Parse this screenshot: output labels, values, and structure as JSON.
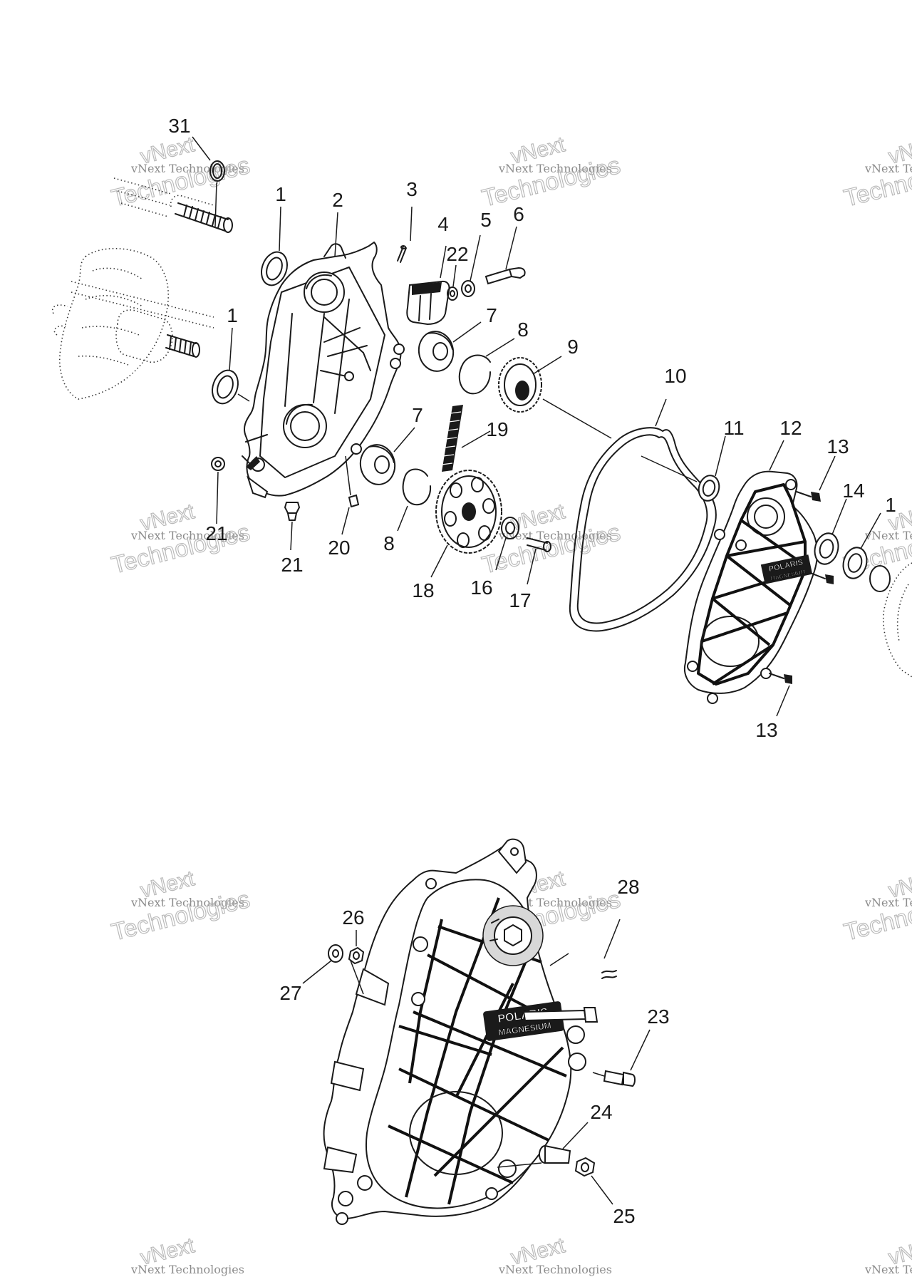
{
  "watermark": {
    "line1": "vNext Technologies",
    "line2": "Technologies",
    "mark": "vNext"
  },
  "logo": {
    "brand": "POLARIS",
    "material": "MAGNESIUM"
  },
  "callouts": [
    "31",
    "1",
    "2",
    "3",
    "4",
    "22",
    "5",
    "6",
    "1",
    "7",
    "8",
    "9",
    "10",
    "7",
    "19",
    "11",
    "12",
    "13",
    "14",
    "1",
    "21",
    "21",
    "20",
    "8",
    "18",
    "16",
    "17",
    "13",
    "26",
    "28",
    "27",
    "23",
    "24",
    "25"
  ]
}
